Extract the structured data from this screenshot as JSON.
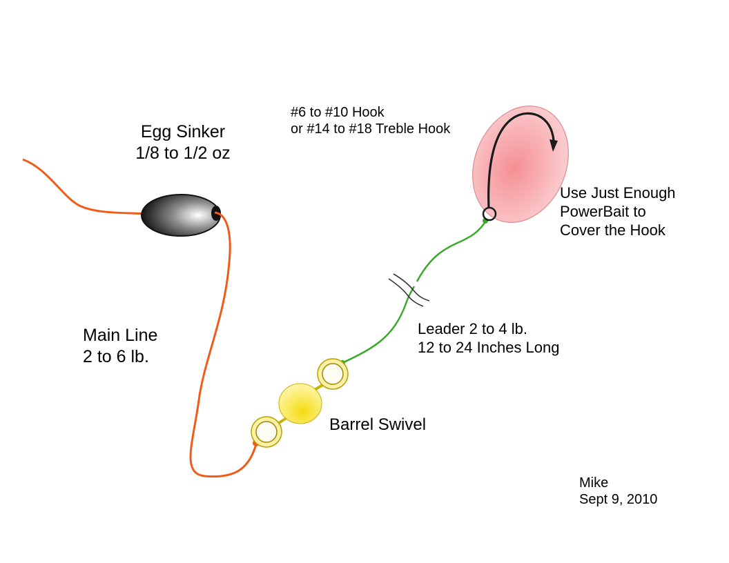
{
  "labels": {
    "egg_sinker": {
      "line1": "Egg Sinker",
      "line2": "1/8 to 1/2 oz"
    },
    "hook": {
      "line1": "#6 to #10 Hook",
      "line2": "or #14 to #18 Treble Hook"
    },
    "powerbait": {
      "line1": "Use Just Enough",
      "line2": "PowerBait to",
      "line3": "Cover the Hook"
    },
    "main_line": {
      "line1": "Main Line",
      "line2": "2 to 6 lb."
    },
    "leader": {
      "line1": "Leader 2 to 4 lb.",
      "line2": "12 to 24 Inches Long"
    },
    "barrel_swivel": "Barrel Swivel",
    "signature": {
      "name": "Mike",
      "date": "Sept 9, 2010"
    }
  },
  "colors": {
    "main_line": "#f25a18",
    "leader": "#3aa82a",
    "bait": "#f7a7aa",
    "swivel": "#f7e12a",
    "sinker_dark": "#1a1a1a"
  }
}
